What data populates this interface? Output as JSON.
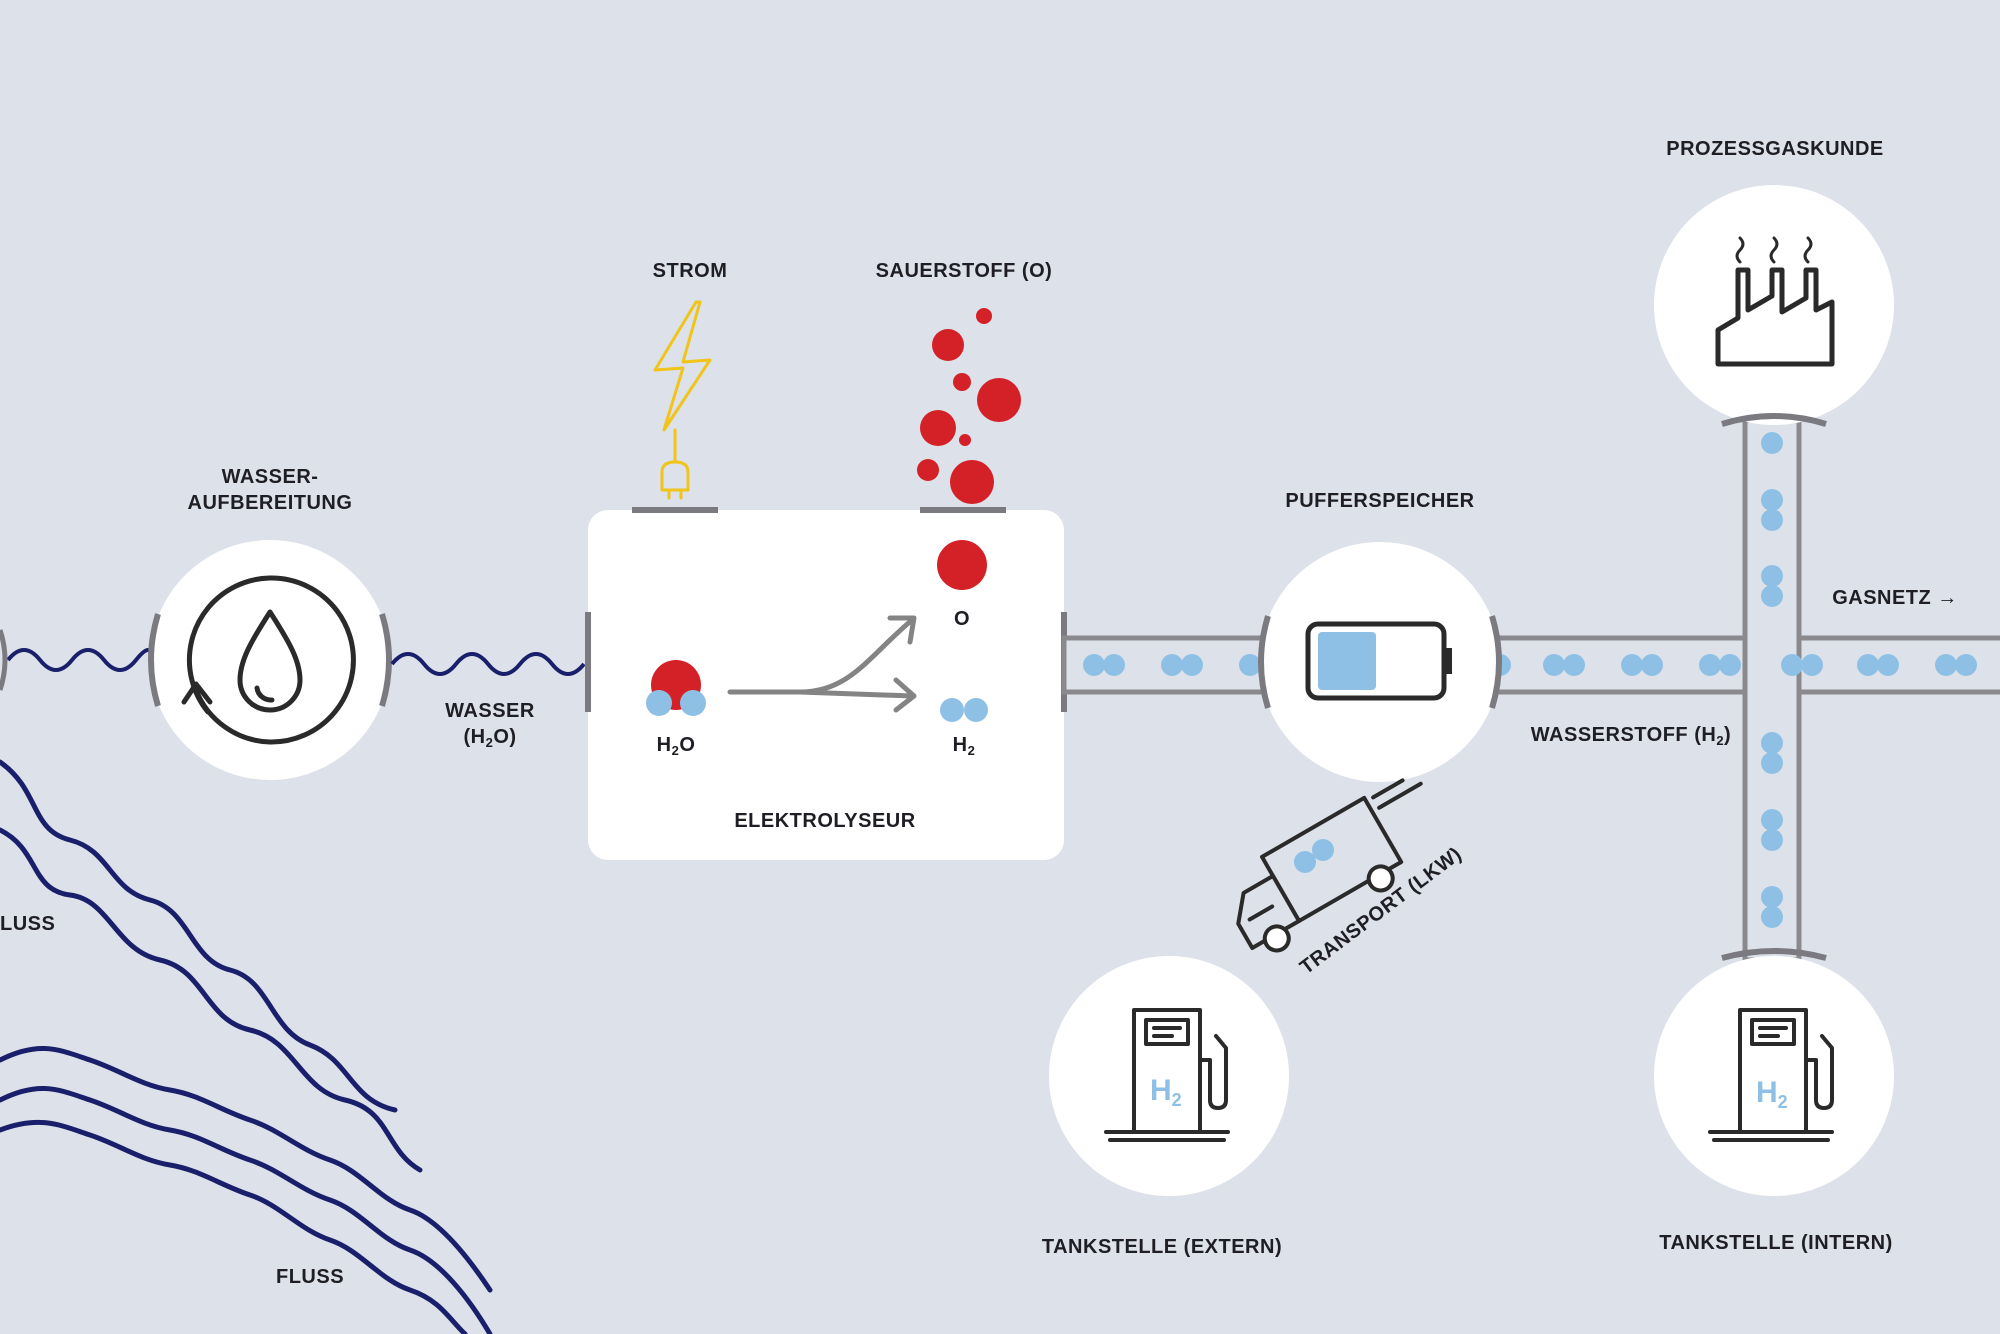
{
  "colors": {
    "background": "#dde1ea",
    "water_line": "#1a1f6b",
    "hydrogen": "#8ec0e6",
    "oxygen": "#d42127",
    "electricity": "#f0c419",
    "ink": "#2a2a2a",
    "connector": "#7a7a80",
    "node_fill": "#ffffff",
    "pipe_fill": "#dde1ea"
  },
  "labels": {
    "fluss_left": "LUSS",
    "fluss_bottom": "FLUSS",
    "wasseraufbereitung_line1": "WASSER-",
    "wasseraufbereitung_line2": "AUFBEREITUNG",
    "wasser_line1": "WASSER",
    "wasser_line2_prefix": "(H",
    "wasser_line2_sub": "2",
    "wasser_line2_suffix": "O)",
    "strom": "STROM",
    "sauerstoff": "SAUERSTOFF (O)",
    "h2o_prefix": "H",
    "h2o_sub": "2",
    "h2o_suffix": "O",
    "o_label": "O",
    "h2_prefix": "H",
    "h2_sub": "2",
    "elektrolyseur": "ELEKTROLYSEUR",
    "pufferspeicher": "PUFFERSPEICHER",
    "wasserstoff_prefix": "WASSERSTOFF (H",
    "wasserstoff_sub": "2",
    "wasserstoff_suffix": ")",
    "gasnetz": "GASNETZ →",
    "prozessgaskunde": "PROZESSGASKUNDE",
    "transport": "TRANSPORT (LKW)",
    "tankstelle_extern": "TANKSTELLE (EXTERN)",
    "tankstelle_intern": "TANKSTELLE (INTERN)",
    "pump_h2_prefix": "H",
    "pump_h2_sub": "2"
  },
  "icons": {
    "water_treatment": "water-drop-recycle-icon",
    "electricity": "lightning-plug-icon",
    "storage": "battery-icon",
    "factory": "factory-icon",
    "truck": "truck-icon",
    "fuel_pump": "fuel-pump-icon"
  },
  "battery_fill_fraction": 0.5
}
